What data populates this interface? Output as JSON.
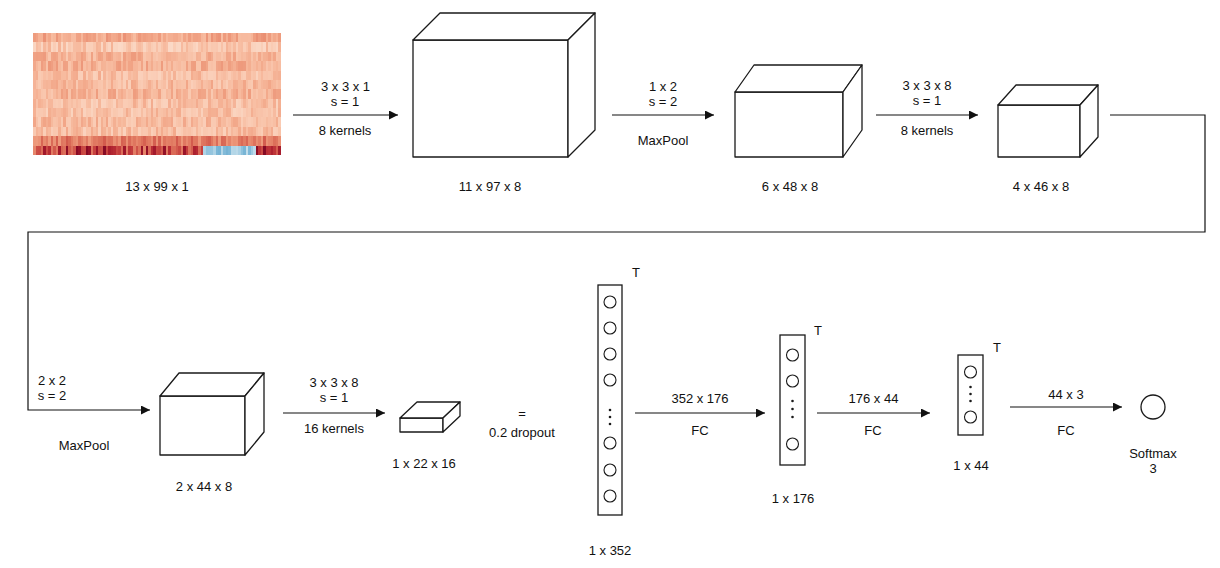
{
  "diagram": {
    "nodes": [
      {
        "text": [
          "13 x 99 x 1"
        ]
      },
      {
        "text": [
          "11 x 97 x 8"
        ]
      },
      {
        "text": [
          "6 x 48 x 8"
        ]
      },
      {
        "text": [
          "4 x 46 x 8"
        ]
      },
      {
        "text": [
          "2 x 44 x 8"
        ]
      },
      {
        "text": [
          "1 x 22 x 16"
        ]
      },
      {
        "text": [
          "1 x 352",
          "T"
        ]
      },
      {
        "text": [
          "1 x 176",
          "T"
        ]
      },
      {
        "text": [
          "1 x 44",
          "T"
        ]
      },
      {
        "text": [
          "Softmax 3"
        ]
      }
    ],
    "edges": [
      {
        "from": 0,
        "to": 1,
        "arrow": "to",
        "label": "3 x 3 x 1"
      },
      {
        "from": 1,
        "to": 2,
        "arrow": "to",
        "label": "1 x 2"
      },
      {
        "from": 2,
        "to": 3,
        "arrow": "to",
        "label": "3 x 3 x 8"
      },
      {
        "from": 3,
        "to": 4,
        "arrow": "to",
        "label": "2 x 2"
      },
      {
        "from": 4,
        "to": 5,
        "arrow": "to",
        "label": "3 x 3 x 8"
      },
      {
        "from": 6,
        "to": 7,
        "arrow": "to",
        "label": "352 x 176"
      },
      {
        "from": 7,
        "to": 8,
        "arrow": "to",
        "label": "176 x 44"
      },
      {
        "from": 8,
        "to": 9,
        "arrow": "to",
        "label": "44 x 3"
      }
    ],
    "labels": [
      "s = 1",
      "8 kernels",
      "s = 2",
      "MaxPool",
      "s = 1",
      "8 kernels",
      "s = 2",
      "MaxPool",
      "s = 1",
      "16 kernels",
      "=",
      "0.2 dropout",
      "FC",
      "FC",
      "FC"
    ]
  }
}
